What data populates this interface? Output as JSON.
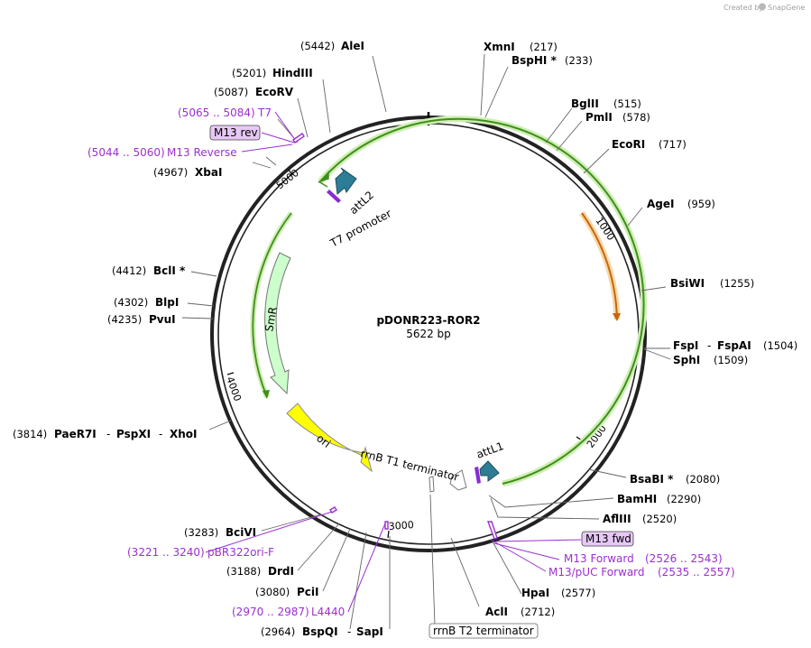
{
  "credit": "Created by",
  "brand": "SnapGene",
  "plasmid": {
    "name": "pDONR223-ROR2",
    "size": "5622 bp"
  },
  "ticks": [
    "1000",
    "2000",
    "3000",
    "4000",
    "5000"
  ],
  "features": {
    "attL2": "attL2",
    "t7promoter": "T7 promoter",
    "smr": "SmR",
    "ori": "ori",
    "rrnbt1": "rrnB T1 terminator",
    "attL1": "attL1",
    "rrnbt2": "rrnB T2 terminator"
  },
  "primers": {
    "t7": {
      "range": "(5065 .. 5084)",
      "name": "T7"
    },
    "m13rev": {
      "name": "M13 rev"
    },
    "m13reverse": {
      "range": "(5044 .. 5060)",
      "name": "M13 Reverse"
    },
    "pbr322": {
      "range": "(3221 .. 3240)",
      "name": "pBR322ori-F"
    },
    "l4440": {
      "range": "(2970 .. 2987)",
      "name": "L4440"
    },
    "m13fwd": {
      "name": "M13 fwd"
    },
    "m13forward": {
      "name": "M13 Forward",
      "range": "(2526 .. 2543)"
    },
    "m13puc": {
      "name": "M13/pUC Forward",
      "range": "(2535 .. 2557)"
    }
  },
  "enzymes": {
    "alei": {
      "pos": "(5442)",
      "name": "AleI"
    },
    "hindiii": {
      "pos": "(5201)",
      "name": "HindIII"
    },
    "ecorv": {
      "pos": "(5087)",
      "name": "EcoRV"
    },
    "xbai": {
      "pos": "(4967)",
      "name": "XbaI"
    },
    "bcli": {
      "pos": "(4412)",
      "name": "BclI *"
    },
    "blpi": {
      "pos": "(4302)",
      "name": "BlpI"
    },
    "pvui": {
      "pos": "(4235)",
      "name": "PvuI"
    },
    "paer7i": {
      "pos": "(3814)",
      "name": "PaeR7I",
      "sep1": "-",
      "name2": "PspXI",
      "sep2": "-",
      "name3": "XhoI"
    },
    "bclvi": {
      "pos": "(3283)",
      "name": "BciVI"
    },
    "drdi": {
      "pos": "(3188)",
      "name": "DrdI"
    },
    "pcii": {
      "pos": "(3080)",
      "name": "PciI"
    },
    "bspqi": {
      "pos": "(2964)",
      "name": "BspQI",
      "sep": "-",
      "name2": "SapI"
    },
    "xmni": {
      "name": "XmnI",
      "pos": "(217)"
    },
    "bsphi": {
      "name": "BspHI *",
      "pos": "(233)"
    },
    "bglii": {
      "name": "BglII",
      "pos": "(515)"
    },
    "pmli": {
      "name": "PmlI",
      "pos": "(578)"
    },
    "ecori": {
      "name": "EcoRI",
      "pos": "(717)"
    },
    "agei": {
      "name": "AgeI",
      "pos": "(959)"
    },
    "bsiwi": {
      "name": "BsiWI",
      "pos": "(1255)"
    },
    "fspi": {
      "name": "FspI",
      "sep": "-",
      "name2": "FspAI",
      "pos": "(1504)"
    },
    "sphi": {
      "name": "SphI",
      "pos": "(1509)"
    },
    "bsabi": {
      "name": "BsaBI *",
      "pos": "(2080)"
    },
    "bamhi": {
      "name": "BamHI",
      "pos": "(2290)"
    },
    "aflii": {
      "name": "AflIII",
      "pos": "(2520)"
    },
    "hpai": {
      "name": "HpaI",
      "pos": "(2577)"
    },
    "acli": {
      "name": "AclI",
      "pos": "(2712)"
    }
  },
  "colors": {
    "backbone": "#222222",
    "green": "#3f8f1a",
    "green_glow": "#cfeeb4",
    "orange": "#c8660e",
    "orange_glow": "#f6d9a6",
    "ori_fill": "#ffff00",
    "smr_fill": "#ccffcc",
    "teal": "#2e7d96",
    "primer": "#9b30d0",
    "primer_box": "#e6c8f5"
  }
}
